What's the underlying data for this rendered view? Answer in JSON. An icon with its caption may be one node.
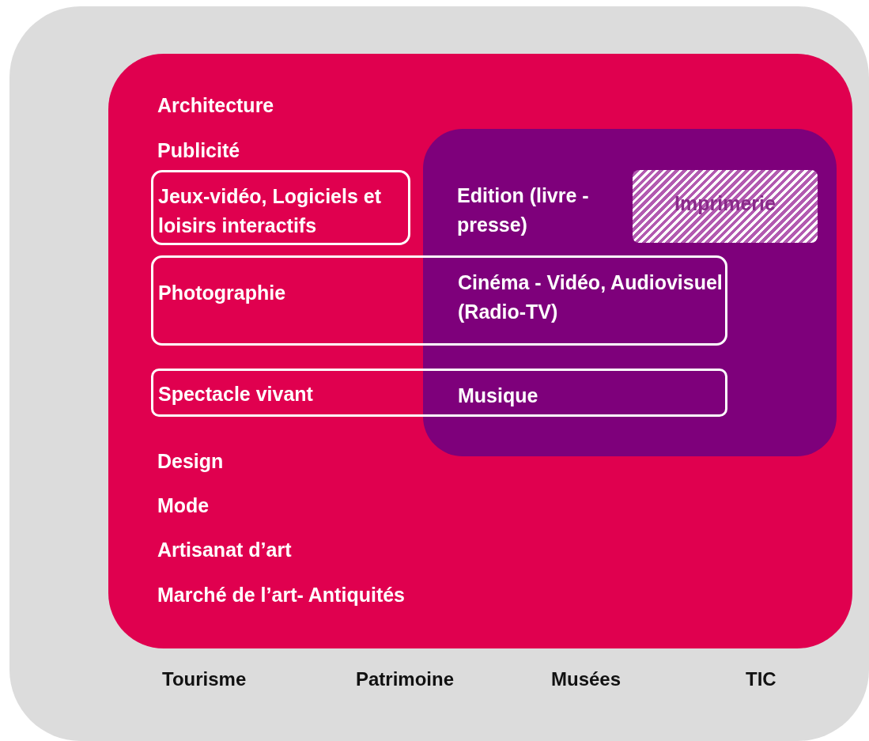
{
  "diagram": {
    "nodes": [
      {
        "text": [
          "Tourisme",
          "Patrimoine",
          "Musées",
          "TIC"
        ]
      },
      {
        "text": [
          "Architecture",
          "Publicité",
          "Design",
          "Mode",
          "Artisanat d’art",
          "Marché de l’art- Antiquités"
        ],
        "in": 0
      },
      {
        "text": [
          "Jeux-vidéo, Logiciels et loisirs interactifs"
        ],
        "in": 1
      },
      {
        "text": [
          "Edition (livre - presse)"
        ],
        "in": 1
      },
      {
        "text": [
          "Imprimerie"
        ],
        "in": 3
      },
      {
        "text": [
          "Photographie",
          "Cinéma - Vidéo, Audiovisuel (Radio-TV)"
        ],
        "in": 1
      },
      {
        "text": [
          "Spectacle vivant",
          "Musique"
        ],
        "in": 1
      }
    ],
    "edges": []
  }
}
